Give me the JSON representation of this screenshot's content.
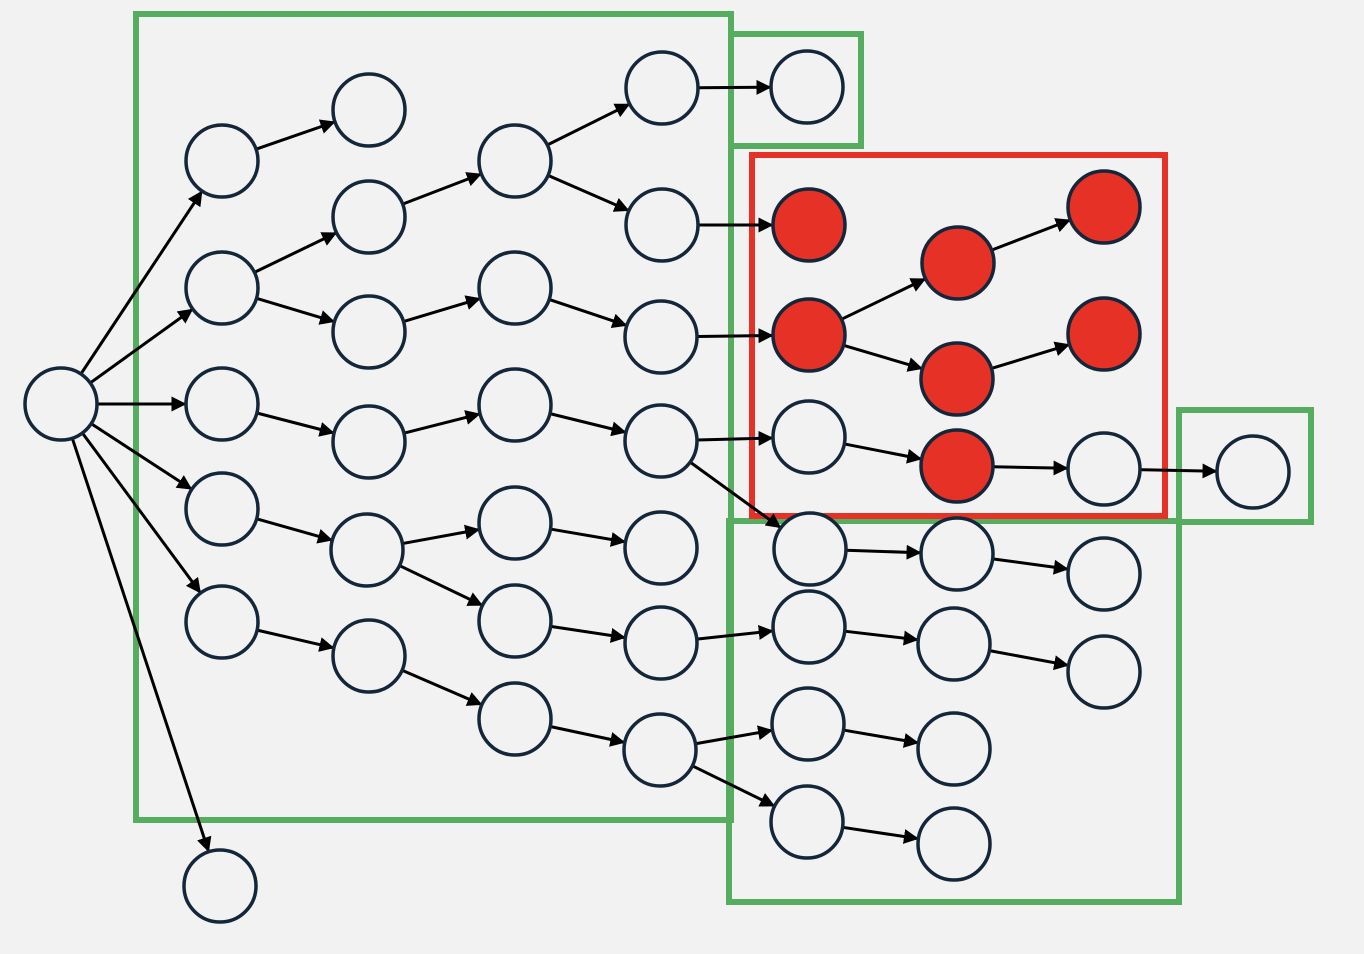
{
  "colors": {
    "background": "#f2f2f2",
    "node_outline": "#13263a",
    "node_default": "#f2f2f2",
    "node_highlight": "#e63226",
    "edge": "#000000",
    "group_green": "#57ad5f",
    "group_red": "#e63226"
  },
  "nodes": [
    {
      "id": "root",
      "state": "default"
    },
    {
      "id": "l1a",
      "state": "default"
    },
    {
      "id": "l1b",
      "state": "default"
    },
    {
      "id": "l1c",
      "state": "default"
    },
    {
      "id": "l1d",
      "state": "default"
    },
    {
      "id": "l1e",
      "state": "default"
    },
    {
      "id": "l1f",
      "state": "default"
    },
    {
      "id": "l2a",
      "state": "default"
    },
    {
      "id": "l2b",
      "state": "default"
    },
    {
      "id": "l2c",
      "state": "default"
    },
    {
      "id": "l2d",
      "state": "default"
    },
    {
      "id": "l2e",
      "state": "default"
    },
    {
      "id": "l2f",
      "state": "default"
    },
    {
      "id": "l3a",
      "state": "default"
    },
    {
      "id": "l3b",
      "state": "default"
    },
    {
      "id": "l3c",
      "state": "default"
    },
    {
      "id": "l3d",
      "state": "default"
    },
    {
      "id": "l3e",
      "state": "default"
    },
    {
      "id": "l3f",
      "state": "default"
    },
    {
      "id": "l4a",
      "state": "default"
    },
    {
      "id": "l4b",
      "state": "default"
    },
    {
      "id": "l4c",
      "state": "default"
    },
    {
      "id": "l4d",
      "state": "default"
    },
    {
      "id": "l4e",
      "state": "default"
    },
    {
      "id": "l4f",
      "state": "default"
    },
    {
      "id": "l4g",
      "state": "default"
    },
    {
      "id": "l5a",
      "state": "default"
    },
    {
      "id": "l5b",
      "state": "highlighted"
    },
    {
      "id": "l5c",
      "state": "highlighted"
    },
    {
      "id": "l5d",
      "state": "default"
    },
    {
      "id": "l5e",
      "state": "default"
    },
    {
      "id": "l5f",
      "state": "default"
    },
    {
      "id": "l5g",
      "state": "default"
    },
    {
      "id": "l5h",
      "state": "default"
    },
    {
      "id": "l6a",
      "state": "highlighted"
    },
    {
      "id": "l6b",
      "state": "highlighted"
    },
    {
      "id": "l6c",
      "state": "highlighted"
    },
    {
      "id": "l6d",
      "state": "default"
    },
    {
      "id": "l6e",
      "state": "default"
    },
    {
      "id": "l6f",
      "state": "default"
    },
    {
      "id": "l6g",
      "state": "default"
    },
    {
      "id": "l7a",
      "state": "highlighted"
    },
    {
      "id": "l7b",
      "state": "highlighted"
    },
    {
      "id": "l7c",
      "state": "default"
    },
    {
      "id": "l7d",
      "state": "default"
    },
    {
      "id": "l7e",
      "state": "default"
    },
    {
      "id": "l8a",
      "state": "default"
    }
  ],
  "edges": [
    [
      "root",
      "l1a"
    ],
    [
      "root",
      "l1b"
    ],
    [
      "root",
      "l1c"
    ],
    [
      "root",
      "l1d"
    ],
    [
      "root",
      "l1e"
    ],
    [
      "root",
      "l1f"
    ],
    [
      "l1a",
      "l2a"
    ],
    [
      "l1b",
      "l2b"
    ],
    [
      "l1b",
      "l2c"
    ],
    [
      "l1c",
      "l2d"
    ],
    [
      "l1d",
      "l2e"
    ],
    [
      "l1e",
      "l2f"
    ],
    [
      "l2b",
      "l3a"
    ],
    [
      "l2c",
      "l3b"
    ],
    [
      "l2d",
      "l3c"
    ],
    [
      "l2e",
      "l3d"
    ],
    [
      "l2e",
      "l3e"
    ],
    [
      "l2f",
      "l3f"
    ],
    [
      "l3a",
      "l4a"
    ],
    [
      "l3a",
      "l4b"
    ],
    [
      "l3b",
      "l4c"
    ],
    [
      "l3c",
      "l4d"
    ],
    [
      "l3d",
      "l4e"
    ],
    [
      "l3e",
      "l4f"
    ],
    [
      "l3f",
      "l4g"
    ],
    [
      "l4a",
      "l5a"
    ],
    [
      "l4b",
      "l5b"
    ],
    [
      "l4c",
      "l5c"
    ],
    [
      "l4d",
      "l5d"
    ],
    [
      "l4d",
      "l5e"
    ],
    [
      "l4f",
      "l5f"
    ],
    [
      "l4g",
      "l5g"
    ],
    [
      "l4g",
      "l5h"
    ],
    [
      "l5c",
      "l6a"
    ],
    [
      "l5c",
      "l6b"
    ],
    [
      "l5d",
      "l6c"
    ],
    [
      "l5e",
      "l6d"
    ],
    [
      "l5f",
      "l6e"
    ],
    [
      "l5g",
      "l6f"
    ],
    [
      "l5h",
      "l6g"
    ],
    [
      "l6a",
      "l7a"
    ],
    [
      "l6b",
      "l7b"
    ],
    [
      "l6c",
      "l7c"
    ],
    [
      "l6d",
      "l7d"
    ],
    [
      "l6e",
      "l7e"
    ],
    [
      "l7c",
      "l8a"
    ]
  ],
  "groups": [
    {
      "id": "green-main",
      "color": "green"
    },
    {
      "id": "green-top",
      "color": "green"
    },
    {
      "id": "green-right",
      "color": "green"
    },
    {
      "id": "green-lower",
      "color": "green"
    },
    {
      "id": "red-highlight",
      "color": "red"
    }
  ]
}
